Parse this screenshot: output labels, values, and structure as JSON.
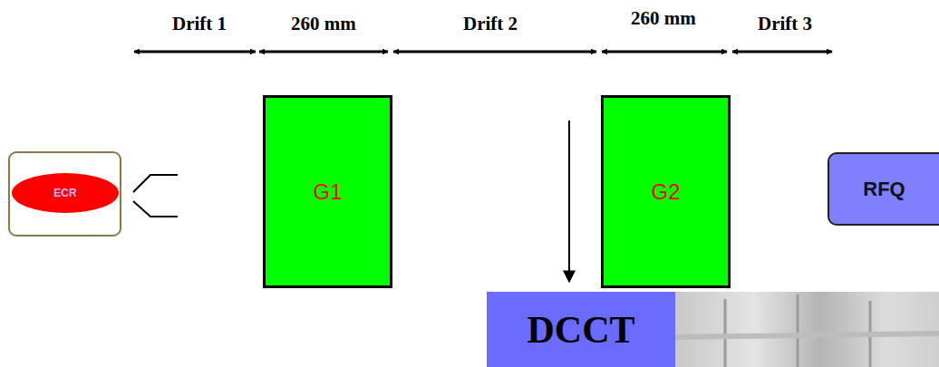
{
  "diagram": {
    "nodes": [
      {
        "text": [
          "ECR"
        ]
      },
      {
        "text": [
          "G1"
        ]
      },
      {
        "text": [
          "G2"
        ]
      },
      {
        "text": [
          "RFQ"
        ]
      },
      {
        "text": [
          "DCCT"
        ]
      }
    ],
    "labels": [
      "Drift 1",
      "260 mm",
      "Drift 2",
      "260 mm",
      "Drift 3"
    ]
  }
}
